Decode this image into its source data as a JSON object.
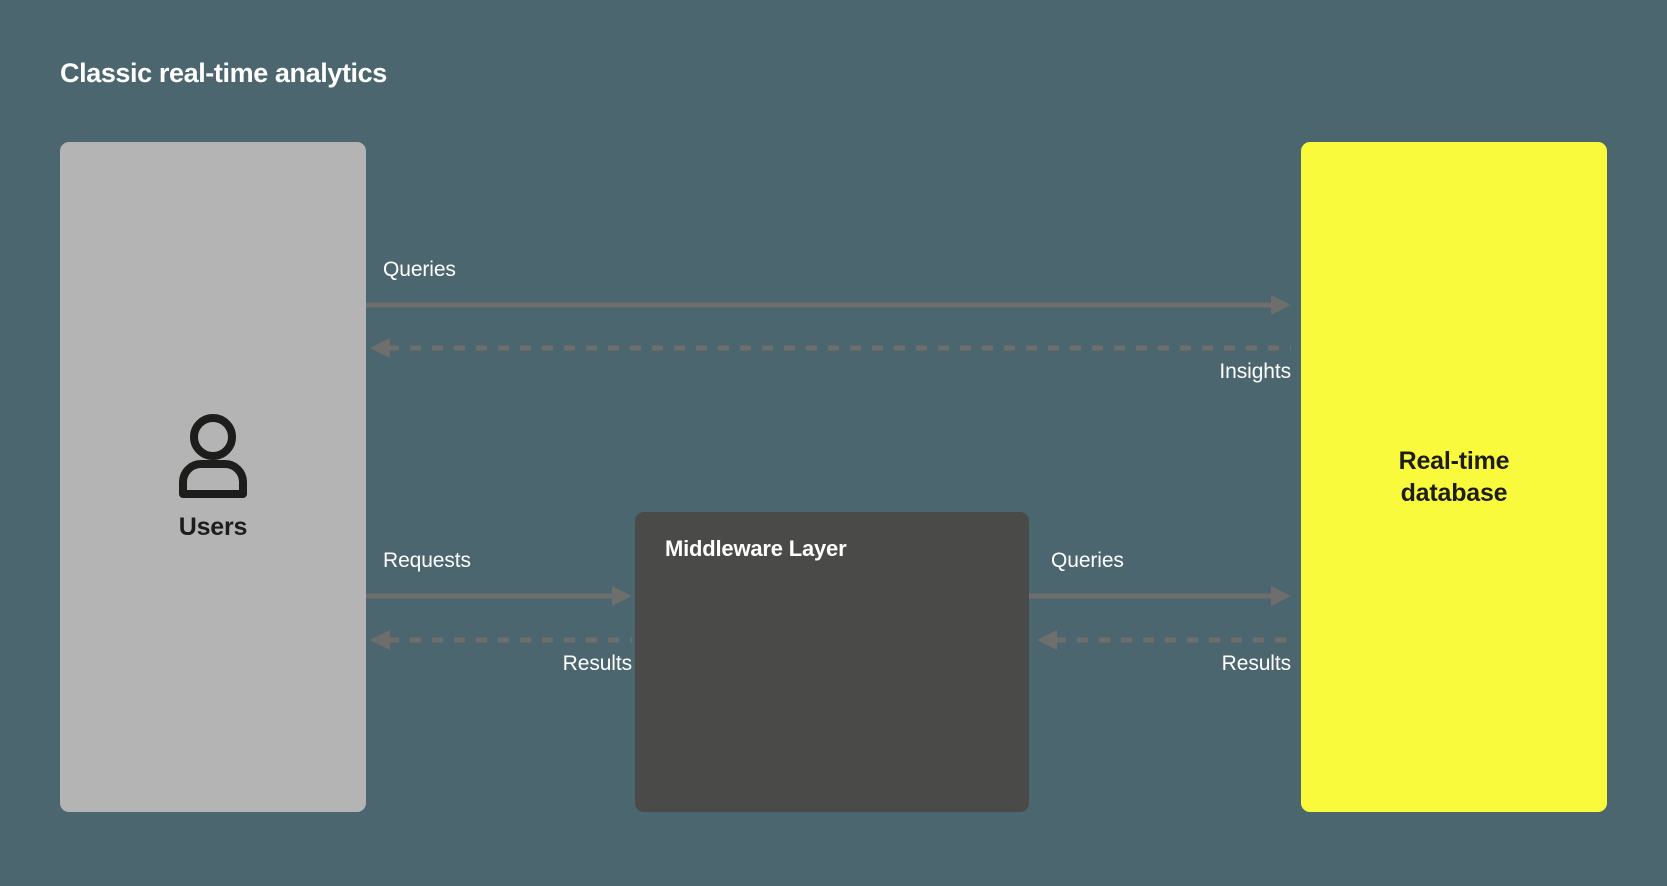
{
  "title": "Classic real-time analytics",
  "colors": {
    "background": "#4b666e",
    "users_box": "#b4b4b4",
    "middleware_box": "#4a4a48",
    "database_box": "#fafa3c",
    "arrow": "#6e6e6c",
    "label_text": "#ffffff",
    "dark_text": "#1d1d1b"
  },
  "nodes": {
    "users": {
      "label": "Users",
      "icon": "user-icon"
    },
    "middleware": {
      "label": "Middleware Layer"
    },
    "database": {
      "label_line1": "Real-time",
      "label_line2": "database"
    }
  },
  "edges": [
    {
      "id": "users-to-database-queries",
      "label": "Queries",
      "style": "solid",
      "direction": "right",
      "from": "Users",
      "to": "Real-time database"
    },
    {
      "id": "database-to-users-insights",
      "label": "Insights",
      "style": "dashed",
      "direction": "left",
      "from": "Real-time database",
      "to": "Users"
    },
    {
      "id": "users-to-middleware-requests",
      "label": "Requests",
      "style": "solid",
      "direction": "right",
      "from": "Users",
      "to": "Middleware Layer"
    },
    {
      "id": "middleware-to-users-results",
      "label": "Results",
      "style": "dashed",
      "direction": "left",
      "from": "Middleware Layer",
      "to": "Users"
    },
    {
      "id": "middleware-to-database-queries",
      "label": "Queries",
      "style": "solid",
      "direction": "right",
      "from": "Middleware Layer",
      "to": "Real-time database"
    },
    {
      "id": "database-to-middleware-results",
      "label": "Results",
      "style": "dashed",
      "direction": "left",
      "from": "Real-time database",
      "to": "Middleware Layer"
    }
  ]
}
